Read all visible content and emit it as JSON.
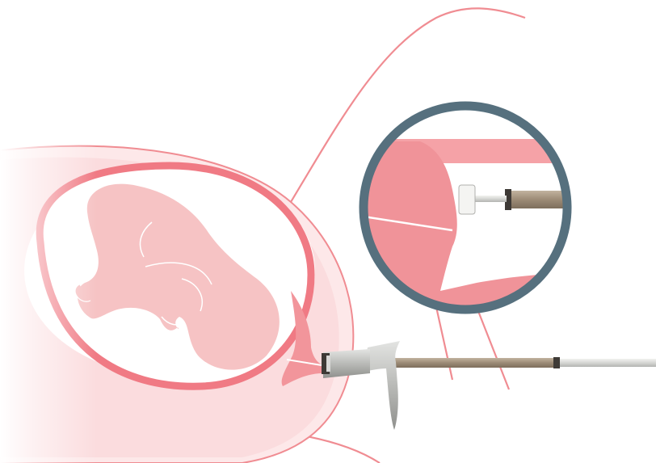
{
  "colors": {
    "background": "#ffffff",
    "body_outline": "#f08c92",
    "uterus_wall": "#f07a84",
    "tissue_light": "#fbe3e4",
    "fetus": "#f6c3c4",
    "fetus_outline": "#ffffff",
    "cervix": "#f2959b",
    "inset_ring": "#56707e",
    "instrument_shaft": "#a0907c",
    "instrument_silver": "#b9bab7",
    "instrument_dark": "#3e3a36"
  },
  "icons": {
    "fetus": "fetus-illustration",
    "inset": "magnifier-inset",
    "instrument": "surgical-instrument"
  }
}
